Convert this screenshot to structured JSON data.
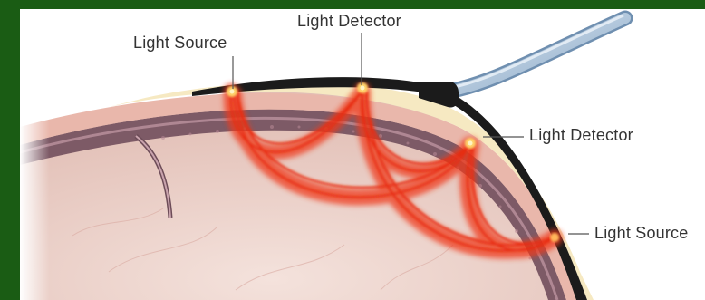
{
  "labels": {
    "source_top": "Light Source",
    "detector_top": "Light Detector",
    "detector_right": "Light Detector",
    "source_right": "Light Source"
  },
  "colors": {
    "frame_green": "#1a5c14",
    "panel_white": "#ffffff",
    "scalp_cream": "#f6e9c2",
    "skin_pink": "#f2c7b5",
    "brain_pink": "#ecd6cf",
    "bone_dark": "#8a6a74",
    "light_red": "#ef3a1c",
    "headband_black": "#1b1b1b",
    "cable_blue": "#a9c2dc"
  },
  "icons": {
    "optode_source": "light-source-icon",
    "optode_detector": "light-detector-icon",
    "cable": "fiber-cable-icon"
  }
}
